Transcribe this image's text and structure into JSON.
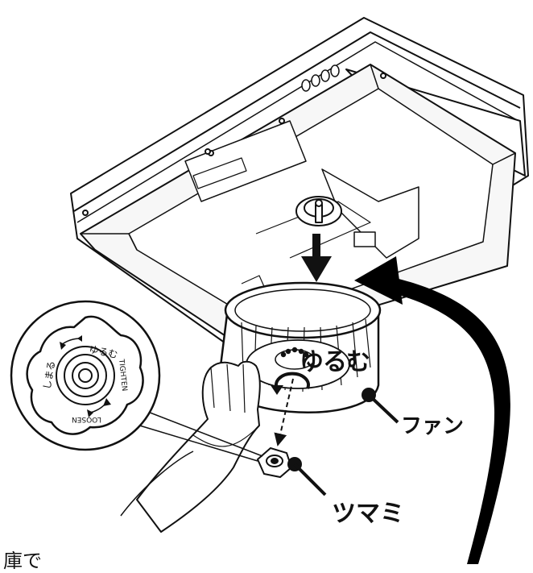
{
  "labels": {
    "loosen_action": "ゆるむ",
    "fan": "ファン",
    "knob": "ツマミ",
    "bottom_fragment": "庫で"
  },
  "knob_detail": {
    "loosen_ja": "ゆるむ",
    "tighten_ja": "しまる",
    "tighten_en": "TIGHTEN",
    "loosen_en": "LOOSEN"
  },
  "hood_panel": {
    "buttons": [
      "",
      "",
      "",
      ""
    ]
  },
  "colors": {
    "line": "#111111",
    "fill": "#ffffff",
    "arrow": "#000000",
    "shade": "#e6e6e6"
  }
}
